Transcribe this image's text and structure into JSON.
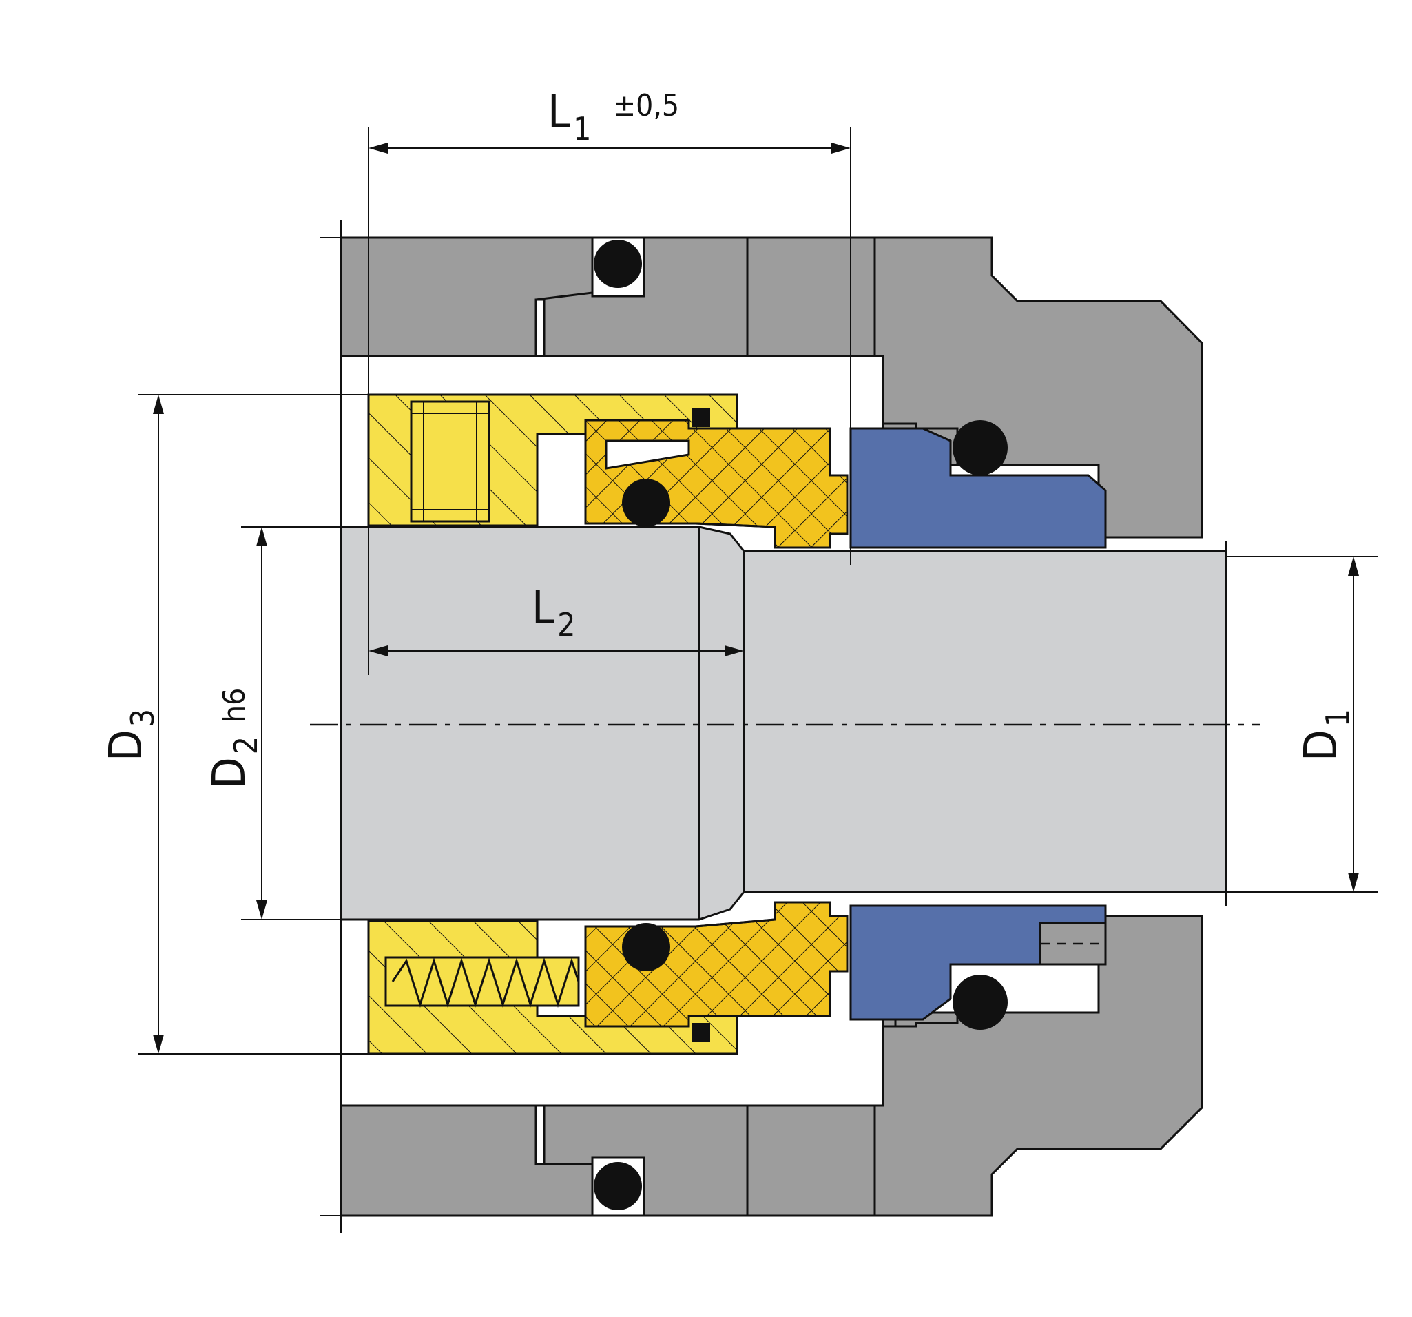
{
  "colors": {
    "housing": "#9d9d9d",
    "shaft": "#cfd0d2",
    "brass": "#f6e04a",
    "carbon": "#f2c31e",
    "seat": "#5670aa",
    "oring": "#111111",
    "line": "#111111"
  },
  "dimensions": {
    "L1": {
      "base": "L",
      "sub": "1",
      "tolerance": "±0,5"
    },
    "L2": {
      "base": "L",
      "sub": "2"
    },
    "D1": {
      "base": "D",
      "sub": "1"
    },
    "D2": {
      "base": "D",
      "sub": "2",
      "suffix": "h6"
    },
    "D3": {
      "base": "D",
      "sub": "3"
    }
  }
}
